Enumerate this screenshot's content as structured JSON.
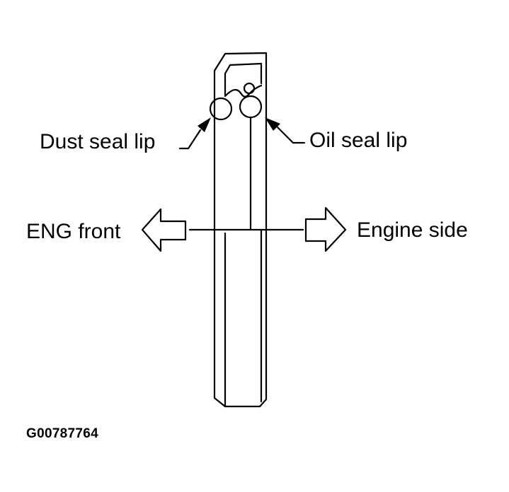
{
  "labels": {
    "dust_seal_lip": "Dust seal lip",
    "oil_seal_lip": "Oil seal lip",
    "eng_front": "ENG front",
    "engine_side": "Engine side"
  },
  "figure_id": "G00787764",
  "colors": {
    "line": "#000000",
    "background": "#ffffff"
  }
}
